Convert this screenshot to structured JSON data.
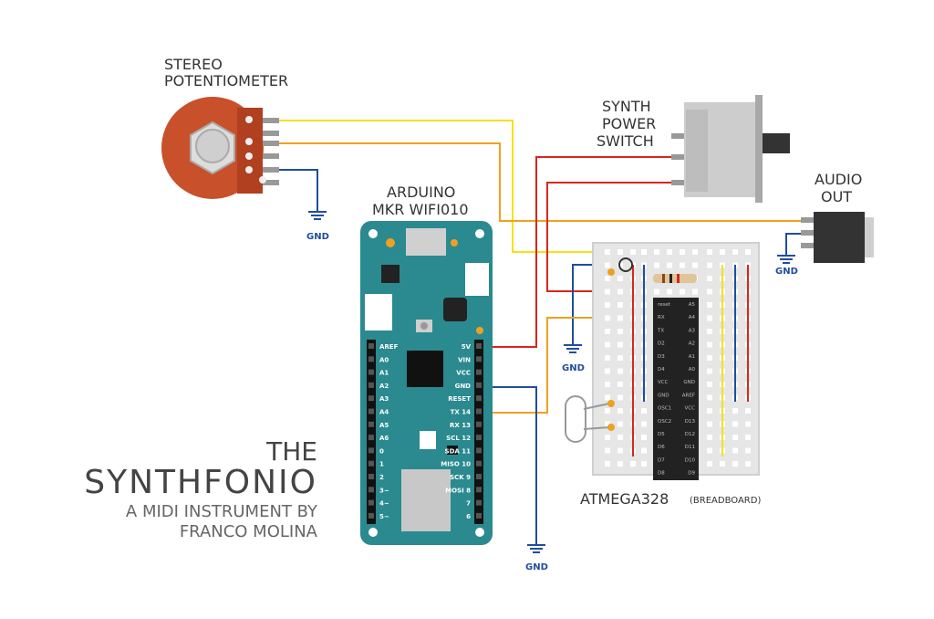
{
  "labels": {
    "pot_line1": "STEREO",
    "pot_line2": "POTENTIOMETER",
    "switch_line1": "SYNTH",
    "switch_line2": "POWER",
    "switch_line3": "SWITCH",
    "audio_line1": "AUDIO",
    "audio_line2": "OUT",
    "arduino_line1": "ARDUINO",
    "arduino_line2": "MKR WIFI010",
    "chip_main": "ATMEGA328",
    "chip_sub": "(BREADBOARD)",
    "gnd": "GND"
  },
  "title": {
    "line1": "THE",
    "line2": "SYNTHFONIO",
    "line3": "A MIDI INSTRUMENT BY",
    "line4": "FRANCO MOLINA"
  },
  "arduino_pins_left": [
    "AREF",
    "A0",
    "A1",
    "A2",
    "A3",
    "A4",
    "A5",
    "A6",
    "0",
    "1",
    "2",
    "3~",
    "4~",
    "5~"
  ],
  "arduino_pins_right": [
    "5V",
    "VIN",
    "VCC",
    "GND",
    "RESET",
    "TX 14",
    "RX 13",
    "SCL 12",
    "SDA 11",
    "MISO 10",
    "SCK 9",
    "MOSI 8",
    "7",
    "6"
  ],
  "atmega_pins_left": [
    "reset",
    "RX",
    "TX",
    "D2",
    "D3",
    "D4",
    "VCC",
    "GND",
    "OSC1",
    "OSC2",
    "D5",
    "D6",
    "D7",
    "D8"
  ],
  "atmega_pins_right": [
    "A5",
    "A4",
    "A3",
    "A2",
    "A1",
    "A0",
    "GND",
    "AREF",
    "VCC",
    "D13",
    "D12",
    "D11",
    "D10",
    "D9"
  ],
  "colors": {
    "yellow": "#f5e11a",
    "orange": "#f0a020",
    "red": "#d8261c",
    "blue": "#1f4e9c",
    "board": "#2a8a8f",
    "pot": "#c8502a"
  }
}
